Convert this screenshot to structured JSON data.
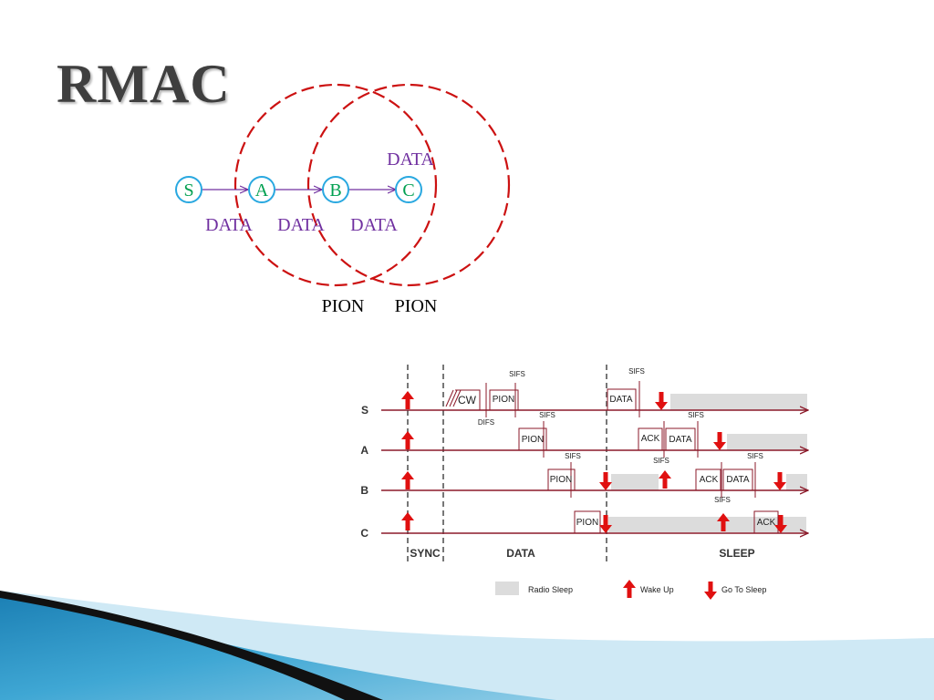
{
  "slide": {
    "title": "RMAC"
  },
  "topology": {
    "nodes": [
      {
        "id": "S",
        "label": "S"
      },
      {
        "id": "A",
        "label": "A"
      },
      {
        "id": "B",
        "label": "B"
      },
      {
        "id": "C",
        "label": "C"
      }
    ],
    "link_labels": [
      "DATA",
      "DATA",
      "DATA"
    ],
    "data_above_c": "DATA",
    "pion_labels": [
      "PION",
      "PION"
    ],
    "colors": {
      "node_stroke": "#29a8e0",
      "node_text": "#00a050",
      "arrow": "#7030a0",
      "label": "#7030a0",
      "range_circle": "#cc1111"
    }
  },
  "timing": {
    "rows": [
      "S",
      "A",
      "B",
      "C"
    ],
    "phases": {
      "sync": "SYNC",
      "data": "DATA",
      "sleep": "SLEEP"
    },
    "frames": {
      "cw": "CW",
      "pion": "PION",
      "data": "DATA",
      "ack": "ACK",
      "sifs": "SIFS",
      "difs": "DIFS"
    },
    "legend": {
      "radio_sleep": "Radio Sleep",
      "wake_up": "Wake Up",
      "go_to_sleep": "Go To Sleep"
    },
    "colors": {
      "line": "#8b1a2a",
      "arrow": "#e01010",
      "sleep_fill": "#dcdcdc",
      "phase_divider": "#777777"
    }
  },
  "decor": {
    "colors": {
      "blue": "#1a8fc4",
      "light_blue": "#a9d8ec",
      "black": "#111111"
    }
  }
}
